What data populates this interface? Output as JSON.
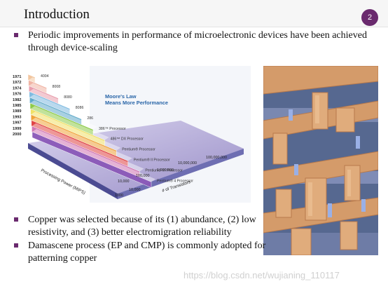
{
  "slide": {
    "title": "Introduction",
    "page_number": "2",
    "bullets": [
      "Periodic improvements in performance of microelectronic devices have been achieved through device-scaling",
      "Copper was selected because of its (1) abundance, (2) low resistivity, and (3) better electromigration reliability",
      "Damascene process (EP and CMP) is commonly adopted for patterning copper"
    ],
    "accent_color": "#6a2a6e"
  },
  "figure": {
    "years": [
      "1971",
      "1972",
      "1974",
      "1976",
      "1982",
      "1985",
      "1989",
      "1993",
      "1997",
      "1999",
      "2000"
    ],
    "steps": [
      {
        "label": "4004",
        "color": "#f2c39a"
      },
      {
        "label": "8008",
        "color": "#f0b0a0"
      },
      {
        "label": "8080",
        "color": "#e89aaa"
      },
      {
        "label": "8086",
        "color": "#7ab8e0"
      },
      {
        "label": "286",
        "color": "#5aa6c8"
      },
      {
        "label": "386™ Processor",
        "color": "#88c840"
      },
      {
        "label": "486™ DX Processor",
        "color": "#f0e060"
      },
      {
        "label": "Pentium® Processor",
        "color": "#f0a030"
      },
      {
        "label": "Pentium® II Processor",
        "color": "#e03a3a"
      },
      {
        "label": "Pentium® III Processor",
        "color": "#d070b0"
      },
      {
        "label": "Pentium® 4 Processor",
        "color": "#8a58b8"
      }
    ],
    "heading": [
      "Moore's Law",
      "Means More Performance"
    ],
    "transistor_ticks": [
      "100,000,000",
      "10,000,000",
      "1,000,000",
      "100,000",
      "10,000"
    ],
    "transistor_axis_label": "# of Transistors",
    "power_ticks": [
      "1000",
      "10,000"
    ],
    "power_axis_label": "Processing Power (MIPS)"
  },
  "watermark": "https://blog.csdn.net/wujianing_110117"
}
